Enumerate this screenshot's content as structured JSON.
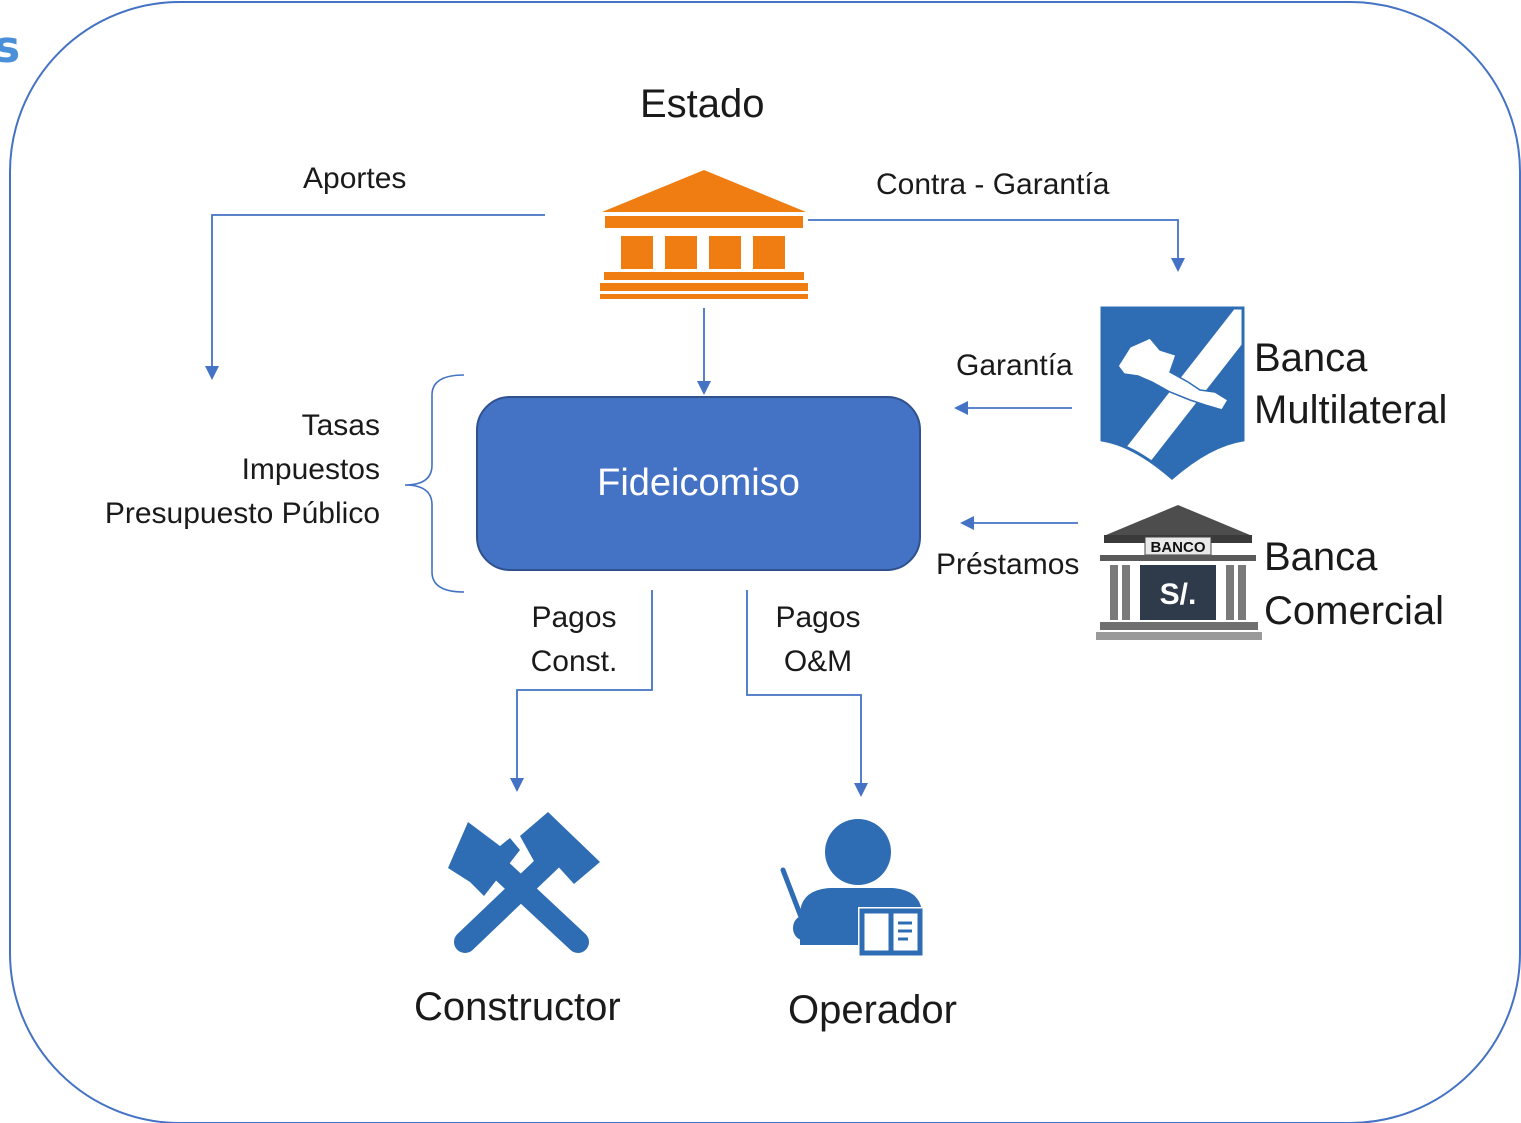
{
  "corner_fragment": "s",
  "nodes": {
    "estado": "Estado",
    "fideicomiso": "Fideicomiso",
    "banca_multilateral": [
      "Banca",
      "Multilateral"
    ],
    "banca_comercial": [
      "Banca",
      "Comercial"
    ],
    "constructor": "Constructor",
    "operador": "Operador"
  },
  "edges": {
    "aportes": "Aportes",
    "contra_garantia": "Contra - Garantía",
    "garantia": "Garantía",
    "prestamos": "Préstamos",
    "pagos_const": [
      "Pagos",
      "Const."
    ],
    "pagos_om": [
      "Pagos",
      "O&M"
    ]
  },
  "sources": [
    "Tasas",
    "Impuestos",
    "Presupuesto Público"
  ],
  "bank_sign": "BANCO",
  "currency_symbol": "S/.",
  "colors": {
    "accent_blue": "#4472c4",
    "icon_blue": "#2e6db4",
    "estado_orange": "#ef7d12",
    "frame_border": "#4472c4"
  }
}
